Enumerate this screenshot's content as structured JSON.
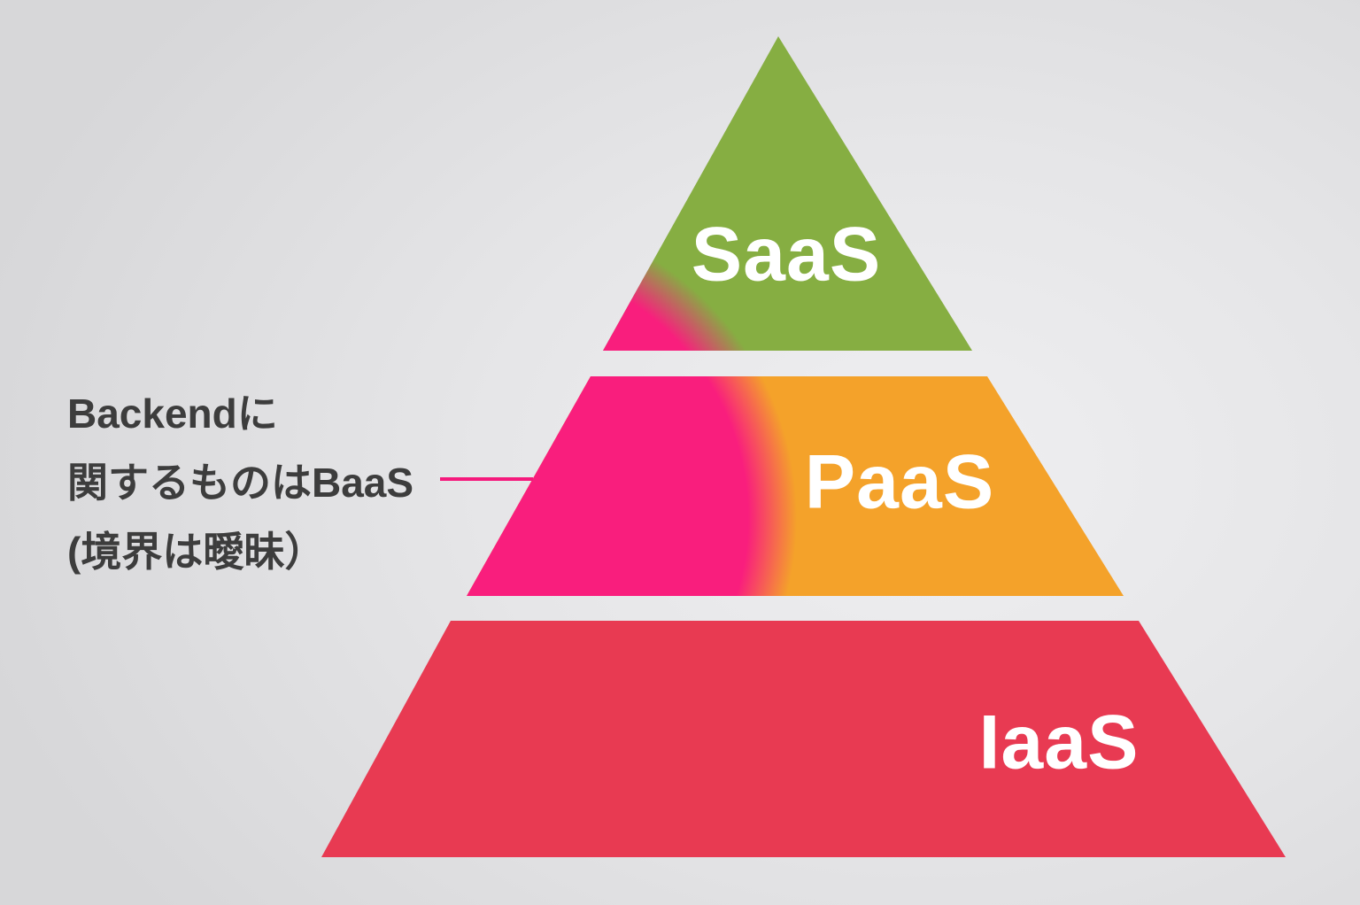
{
  "diagram": {
    "type": "pyramid",
    "layers": [
      {
        "id": "saas",
        "label": "SaaS",
        "color": "#86ae42"
      },
      {
        "id": "paas",
        "label": "PaaS",
        "color": "#f4a22a"
      },
      {
        "id": "iaas",
        "label": "IaaS",
        "color": "#e83a52"
      }
    ],
    "overlay": {
      "id": "baas",
      "color": "#f91e7d",
      "covers": "left portion of SaaS and PaaS layers"
    },
    "annotation": {
      "line1": "Backendに",
      "line2": "関するものはBaaS",
      "line3": "(境界は曖昧）"
    }
  },
  "colors": {
    "saas_green": "#86ae42",
    "paas_orange": "#f4a22a",
    "iaas_red": "#e83a52",
    "baas_pink": "#f91e7d",
    "connector_pink": "#f5197c",
    "annotation_text": "#3d3d3d",
    "label_white": "#ffffff"
  }
}
